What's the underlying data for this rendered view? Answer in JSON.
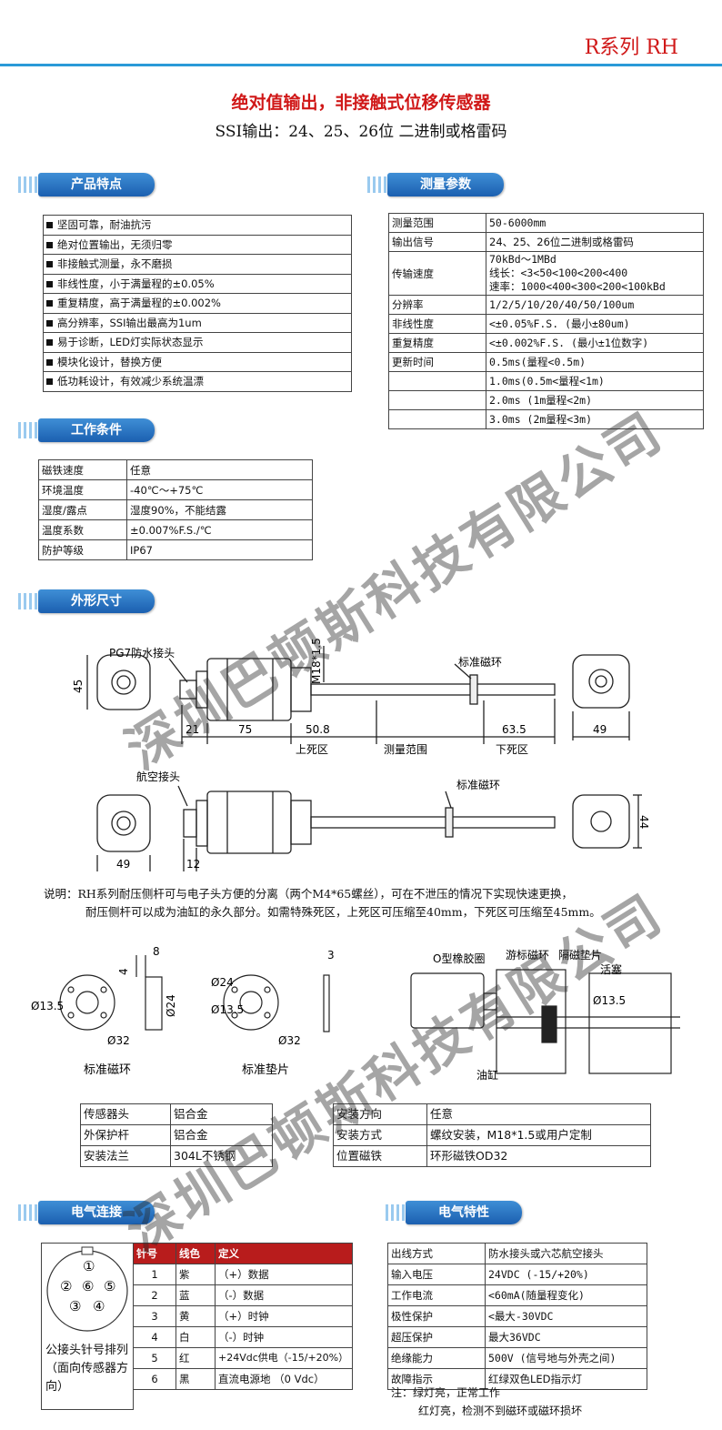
{
  "header": {
    "series": "R系列  RH"
  },
  "title": {
    "main": "绝对值输出，非接触式位移传感器",
    "sub": "SSI输出：24、25、26位  二进制或格雷码"
  },
  "sections": {
    "features": "产品特点",
    "params": "测量参数",
    "conditions": "工作条件",
    "dimensions": "外形尺寸",
    "electric_conn": "电气连接",
    "electric_char": "电气特性"
  },
  "features": [
    "坚固可靠，耐油抗污",
    "绝对位置输出，无须归零",
    "非接触式测量，永不磨损",
    "非线性度，小于满量程的±0.05%",
    "重复精度，高于满量程的±0.002%",
    "高分辨率，SSI输出最高为1um",
    "易于诊断，LED灯实际状态显示",
    "模块化设计，替换方便",
    "低功耗设计，有效减少系统温漂"
  ],
  "params": [
    {
      "label": "测量范围",
      "value": "50-6000mm"
    },
    {
      "label": "输出信号",
      "value": "24、25、26位二进制或格雷码"
    },
    {
      "label": "传输速度",
      "value": "70kBd～1MBd",
      "value2": "线长：<3<50<100<200<400",
      "value3": "速率：1000<400<300<200<100kBd"
    },
    {
      "label": "分辨率",
      "value": "1/2/5/10/20/40/50/100um"
    },
    {
      "label": "非线性度",
      "value": "<±0.05%F.S. (最小±80um)"
    },
    {
      "label": "重复精度",
      "value": "<±0.002%F.S. (最小±1位数字)"
    },
    {
      "label": "更新时间",
      "value": "0.5ms(量程<0.5m)",
      "value2": "1.0ms(0.5m<量程<1m)",
      "value3": "2.0ms (1m量程<2m)",
      "value4": "3.0ms (2m量程<3m)"
    }
  ],
  "conditions": [
    {
      "label": "磁铁速度",
      "value": "任意"
    },
    {
      "label": "环境温度",
      "value": "-40℃～+75℃"
    },
    {
      "label": "湿度/露点",
      "value": "湿度90%，不能结露"
    },
    {
      "label": "温度系数",
      "value": "±0.007%F.S./℃"
    },
    {
      "label": "防护等级",
      "value": "IP67"
    }
  ],
  "drawing": {
    "pg7": "PG7防水接头",
    "m18": "M18*1.5",
    "std_ring": "标准磁环",
    "aviation": "航空接头",
    "dim45": "45",
    "dim21": "21",
    "dim75": "75",
    "dim508": "50.8",
    "dim635": "63.5",
    "dim49": "49",
    "dim12": "12",
    "dim44": "44",
    "dim49b": "49",
    "upper_dead": "上死区",
    "range": "测量范围",
    "lower_dead": "下死区",
    "d4": "4",
    "d8": "8",
    "d135": "Ø13.5",
    "d24": "Ø24",
    "d32": "Ø32",
    "d3": "3",
    "ring_label": "标准磁环",
    "pad_label": "标准垫片",
    "oring": "O型橡胶圈",
    "float_ring": "游标磁环",
    "mag_pad": "隔磁垫片",
    "piston": "活塞",
    "cyl_d135": "Ø13.5",
    "cylinder": "油缸"
  },
  "note": {
    "line1": "说明：RH系列耐压侧杆可与电子头方便的分离（两个M4*65螺丝），可在不泄压的情况下实现快速更换，",
    "line2": "耐压侧杆可以成为油缸的永久部分。如需特殊死区，上死区可压缩至40mm，下死区可压缩至45mm。"
  },
  "material": [
    {
      "label": "传感器头",
      "value": "铝合金"
    },
    {
      "label": "外保护杆",
      "value": "铝合金"
    },
    {
      "label": "安装法兰",
      "value": "304L不锈钢"
    }
  ],
  "install": [
    {
      "label": "安装方向",
      "value": "任意"
    },
    {
      "label": "安装方式",
      "value": "螺纹安装，M18*1.5或用户定制"
    },
    {
      "label": "位置磁铁",
      "value": "环形磁铁OD32"
    }
  ],
  "connector": {
    "pins": [
      "①",
      "②",
      "④",
      "⑥",
      "⑤",
      "③"
    ],
    "caption": "公接头针号排列（面向传感器方向）",
    "head": {
      "pin": "针号",
      "color": "线色",
      "def": "定义"
    },
    "rows": [
      {
        "pin": "1",
        "color": "紫",
        "def": "（+）数据"
      },
      {
        "pin": "2",
        "color": "蓝",
        "def": "（-）数据"
      },
      {
        "pin": "3",
        "color": "黄",
        "def": "（+）时钟"
      },
      {
        "pin": "4",
        "color": "白",
        "def": "（-）时钟"
      },
      {
        "pin": "5",
        "color": "红",
        "def": "+24Vdc供电（-15/+20%）"
      },
      {
        "pin": "6",
        "color": "黑",
        "def": "直流电源地 （0 Vdc）"
      }
    ]
  },
  "electric": [
    {
      "label": "出线方式",
      "value": "防水接头或六芯航空接头"
    },
    {
      "label": "输入电压",
      "value": "24VDC (-15/+20%)"
    },
    {
      "label": "工作电流",
      "value": "<60mA(随量程变化)"
    },
    {
      "label": "极性保护",
      "value": "<最大-30VDC"
    },
    {
      "label": "超压保护",
      "value": "最大36VDC"
    },
    {
      "label": "绝缘能力",
      "value": "500V (信号地与外壳之间)"
    },
    {
      "label": "故障指示",
      "value": "红绿双色LED指示灯"
    }
  ],
  "led_note": {
    "line1": "注：绿灯亮，正常工作",
    "line2": "红灯亮，检测不到磁环或磁环损坏"
  },
  "watermark": "深圳巴顿斯科技有限公司"
}
